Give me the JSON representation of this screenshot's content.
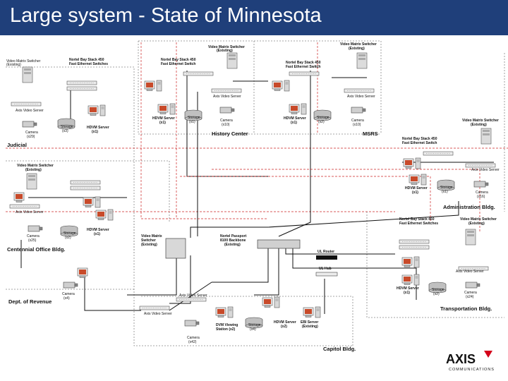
{
  "slide": {
    "title": "Large system - State of Minnesota"
  },
  "sites": {
    "judicial": "Judicial",
    "history_center": "History Center",
    "msrs": "MSRS",
    "administration": "Administration Bldg.",
    "centennial": "Centennial Office Bldg.",
    "revenue": "Dept. of Revenue",
    "transportation": "Transportation Bldg.",
    "capitol": "Capitol Bldg."
  },
  "labels": {
    "vms_existing_top": "Video Matrix Switcher\n(Existing)",
    "vms_existing_mid": "Video Matrix Switcher\n(Existing)",
    "vms_existing_left": "Video Matrix Switcher\n(Existing)",
    "vms_existing_right": "Video Matrix Switcher\n(Existing)",
    "vms_existing_judicial_low": "Video Matrix Switcher\n(Existing)",
    "vms_existing_transport": "Video Matrix Switcher\n(Existing)",
    "vms_existing_capitol": "Video Matrix\nSwitcher\n(Existing)",
    "nortel_stack_judicial": "Nortel Bay Stack 450\nFast Ethernet Switches",
    "nortel_stack_history": "Nortel Bay Stack 450\nFast Ethernet Switch",
    "nortel_stack_msrs": "Nortel Bay Stack 450\nFast Ethernet Switch",
    "nortel_stack_admin": "Nortel Bay Stack 450\nFast Ethernet Switch",
    "nortel_stack_transport": "Nortel Bay Stack 450\nFast Ethernet Switches",
    "nortel_passport": "Nortel Passport\n8100 Backbone\n(Existing)",
    "axis_video_server": "Axis Video Server",
    "hdvm_server": "HDVM Server",
    "storage": "Storage",
    "camera": "Camera",
    "ul_router": "UL Router",
    "ul_hub": "UL Hub",
    "dvm_station": "DVM Viewing\nStation (x2)",
    "ebi_server": "EBI Server\n(Existing)"
  },
  "counts": {
    "judicial_camera": "(x29)",
    "judicial_hdvm": "(x1)",
    "judicial_storage": "(x3)",
    "history_hdvm": "(x1)",
    "history_storage": "(x1)",
    "history_camera": "(x10)",
    "msrs_hdvm": "(x1)",
    "msrs_storage": "(x2)",
    "msrs_camera": "(x10)",
    "admin_hdvm": "(x1)",
    "admin_storage": "(x1)",
    "admin_camera": "(x16)",
    "centennial_camera": "(x25)",
    "centennial_storage": "(x2)",
    "centennial_hdvm": "(x1)",
    "revenue_camera": "(x4)",
    "transport_hdvm": "(x1)",
    "transport_storage": "(x2)",
    "transport_camera": "(x24)",
    "capitol_camera": "(x42)",
    "capitol_storage": "(x4)",
    "capitol_hdvm": "(x2)"
  },
  "logo": {
    "text": "AXIS",
    "sub": "COMMUNICATIONS"
  },
  "colors": {
    "title_bar": "#1f3f7a",
    "logo_red": "#d4001a",
    "dashed_red": "#cc2222",
    "dashed_gray": "#888888",
    "line": "#111111"
  }
}
